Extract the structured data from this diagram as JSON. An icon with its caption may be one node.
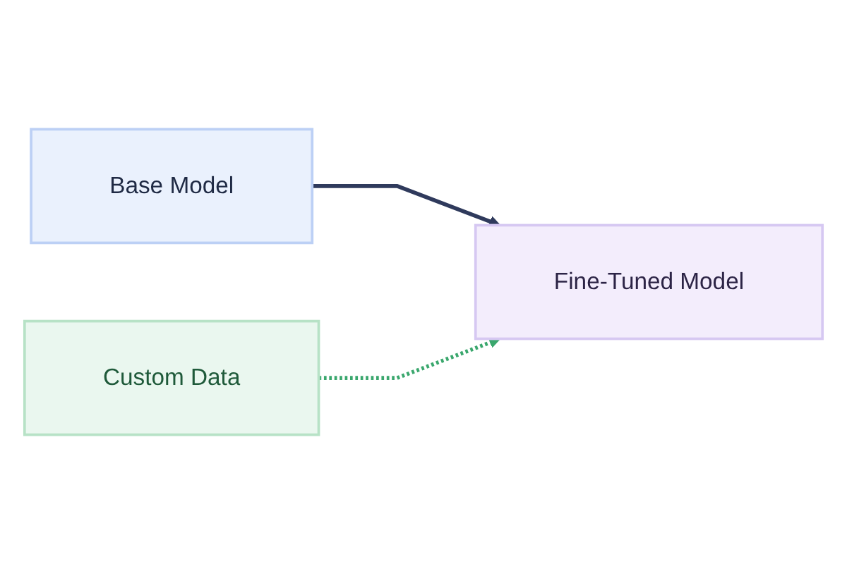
{
  "diagram": {
    "nodes": [
      {
        "text": [
          "Base Model"
        ]
      },
      {
        "text": [
          "Fine-Tuned Model"
        ]
      },
      {
        "text": [
          "Custom Data"
        ]
      }
    ],
    "edges": [
      {
        "from": 0,
        "to": 1,
        "arrow": "to",
        "color": "#2f3a5c"
      },
      {
        "from": 2,
        "to": 1,
        "arrow": "to",
        "style": "dashed",
        "color": "#3aa76d"
      }
    ]
  }
}
